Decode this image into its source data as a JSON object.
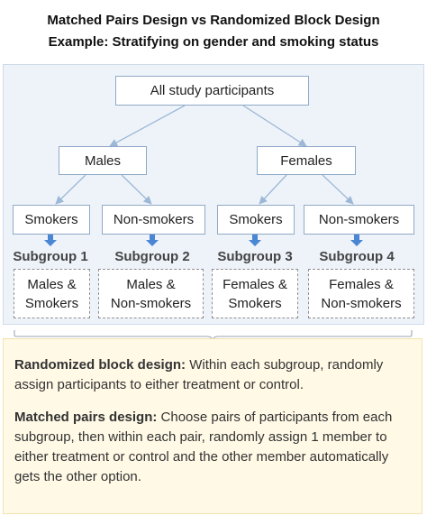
{
  "title_line1": "Matched Pairs Design vs Randomized Block Design",
  "title_line2": "Example: Stratifying on gender and smoking status",
  "root": "All study participants",
  "groups": [
    "Males",
    "Females"
  ],
  "strata": [
    "Smokers",
    "Non-smokers",
    "Smokers",
    "Non-smokers"
  ],
  "subgroups": [
    {
      "label": "Subgroup 1",
      "line1": "Males &",
      "line2": "Smokers"
    },
    {
      "label": "Subgroup 2",
      "line1": "Males &",
      "line2": "Non-smokers"
    },
    {
      "label": "Subgroup 3",
      "line1": "Females &",
      "line2": "Smokers"
    },
    {
      "label": "Subgroup 4",
      "line1": "Females &",
      "line2": "Non-smokers"
    }
  ],
  "randomized_block": {
    "term": "Randomized block design:",
    "text": " Within each subgroup, randomly assign participants to either treatment or control."
  },
  "matched_pairs": {
    "term": "Matched pairs design:",
    "text": " Choose pairs of participants from each subgroup, then within each pair, randomly assign 1 member to either treatment or control and the other member automatically gets the other option."
  },
  "colors": {
    "connector": "#9db8d6",
    "arrow": "#4a86d4",
    "panel": "#eef3fa",
    "note": "#fff9e6"
  }
}
